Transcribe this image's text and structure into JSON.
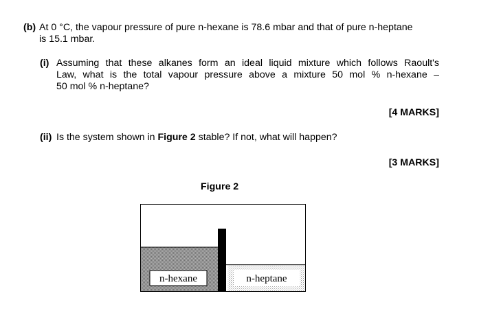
{
  "question_b": {
    "label": "(b)",
    "line1": "At 0 °C, the vapour pressure of pure n-hexane is 78.6 mbar and that of pure n-heptane",
    "line2": "is 15.1 mbar."
  },
  "part_i": {
    "label": "(i)",
    "line1": "Assuming that these alkanes form an ideal liquid mixture which follows Raoult's",
    "line2": "Law, what is the total vapour pressure above a mixture 50 mol % n-hexane –",
    "line3": "50 mol % n-heptane?",
    "marks": "[4 MARKS]"
  },
  "part_ii": {
    "label": "(ii)",
    "text_before": "Is the system shown in",
    "text_bold": "Figure 2",
    "text_after": "stable?  If not, what will happen?",
    "marks": "[3 MARKS]"
  },
  "figure": {
    "title": "Figure 2",
    "left_liquid": {
      "label": "n-hexane",
      "fill": "#9a9a9a",
      "level": 0.5
    },
    "right_liquid": {
      "label": "n-heptane",
      "fill": "#e4e4e4",
      "level": 0.3
    },
    "divider_color": "#000000"
  }
}
